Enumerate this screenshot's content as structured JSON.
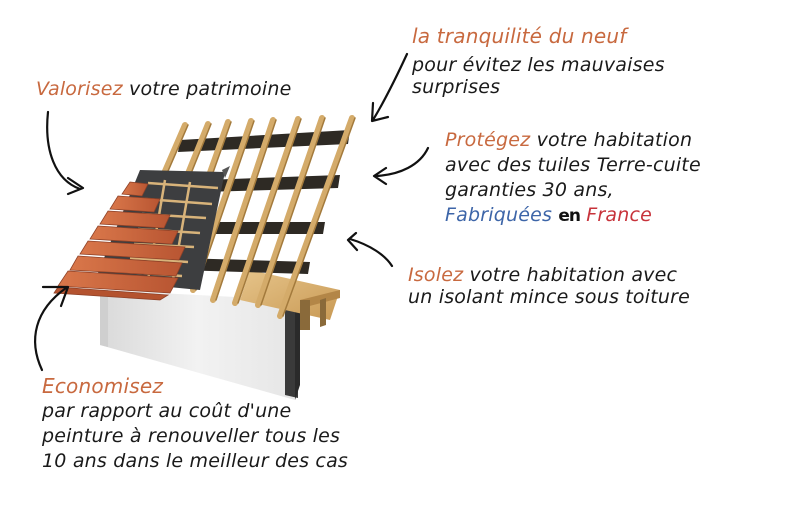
{
  "colors": {
    "accent": "#c8693f",
    "text": "#1a1a1a",
    "blue": "#3d65a8",
    "red": "#c7323a",
    "tile": "#c8663e",
    "wood": "#d9b274",
    "membrane": "#3a3a3c",
    "wall": "#eeeeee"
  },
  "annotations": {
    "tranquilite": {
      "title": "la tranquilité du neuf",
      "lines": [
        "pour évitez les mauvaises",
        "surprises"
      ]
    },
    "valorisez": {
      "title": "Valorisez",
      "rest": "votre patrimoine"
    },
    "protegez": {
      "title": "Protégez",
      "rest": "votre habitation",
      "lines": [
        "avec des tuiles Terre-cuite",
        "garanties 30 ans,"
      ],
      "made_in": {
        "word1": "Fabriquées",
        "word2": "en",
        "word3": "France"
      }
    },
    "isolez": {
      "title": "Isolez",
      "rest": "votre habitation avec",
      "lines": [
        "un isolant mince sous toiture"
      ]
    },
    "economisez": {
      "title": "Economisez",
      "lines": [
        "par rapport au coût d'une",
        "peinture à renouveller tous les",
        "10 ans dans le meilleur des cas"
      ]
    }
  },
  "illustration": {
    "subject": "roof-cross-section",
    "layers": [
      "terracotta-tiles",
      "battens",
      "underlay-membrane",
      "rafters",
      "purlins",
      "wall"
    ]
  }
}
